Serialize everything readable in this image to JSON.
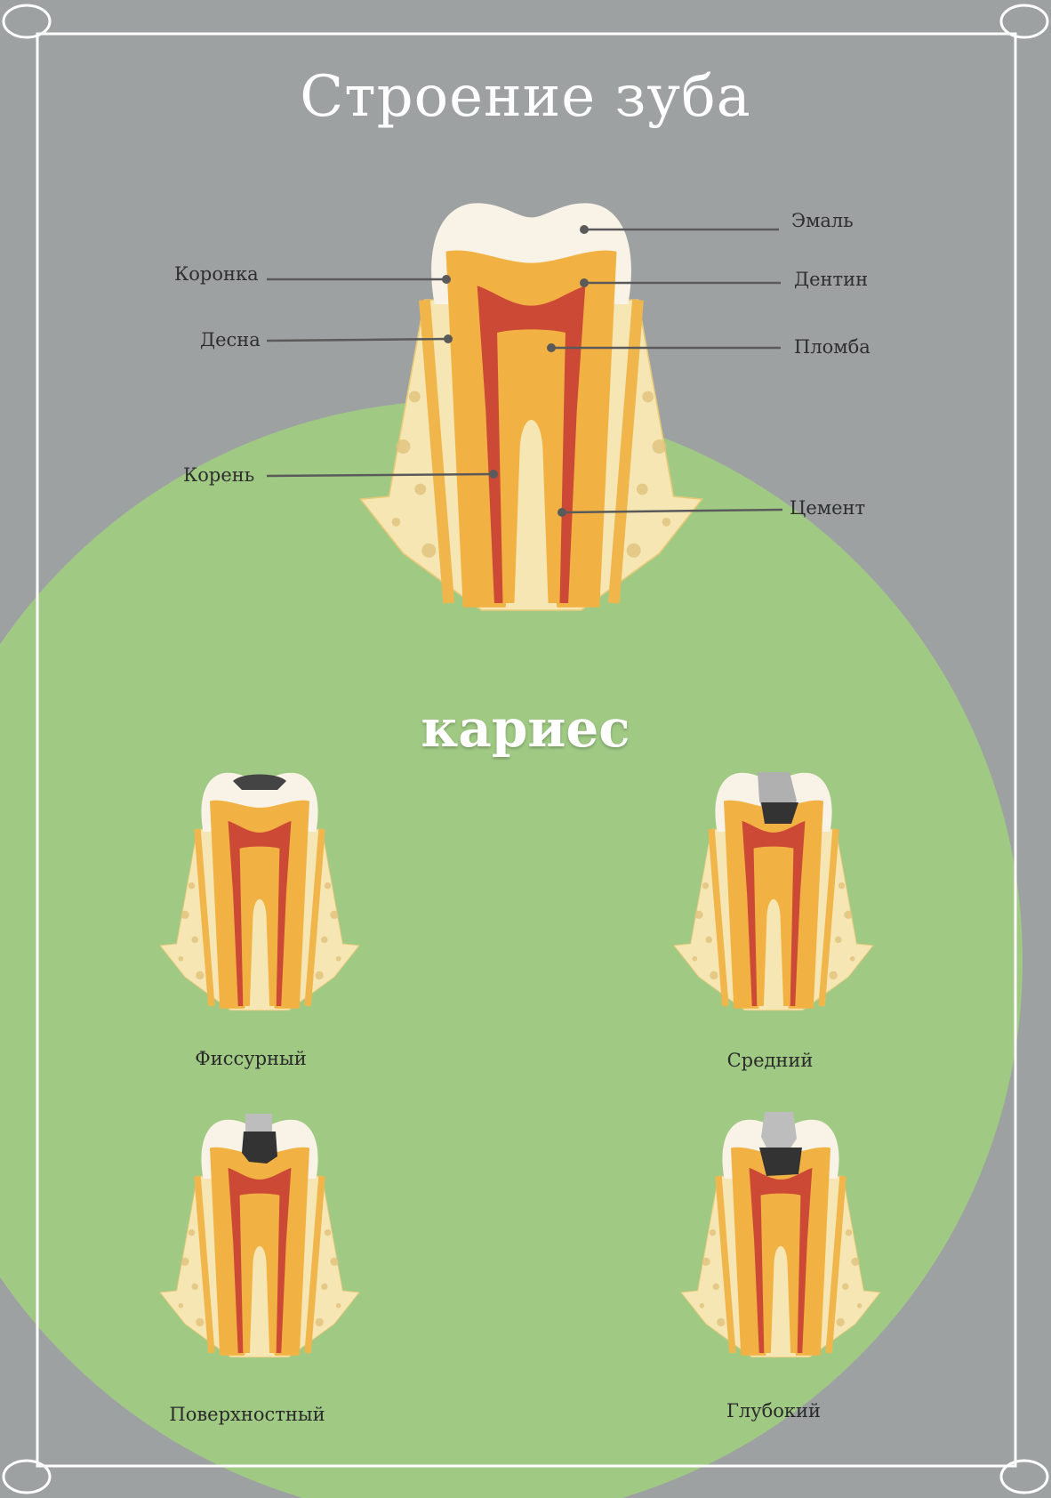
{
  "title": "Строение зуба",
  "subtitle": "кариес",
  "colors": {
    "background": "#9ea1a2",
    "circle": "#a0ca84",
    "frame": "#ffffff",
    "enamel": "#f8f3e6",
    "dentin": "#f2b243",
    "pulp": "#cc4a35",
    "bone": "#f5e6b4",
    "caries": "#444444"
  },
  "main_labels": {
    "enamel": "Эмаль",
    "crown": "Коронка",
    "dentin": "Дентин",
    "gum": "Десна",
    "filling": "Пломба",
    "root": "Корень",
    "cement": "Цемент"
  },
  "caries_types": [
    {
      "label": "Фиссурный"
    },
    {
      "label": "Средний"
    },
    {
      "label": "Поверхностный"
    },
    {
      "label": "Глубокий"
    }
  ]
}
